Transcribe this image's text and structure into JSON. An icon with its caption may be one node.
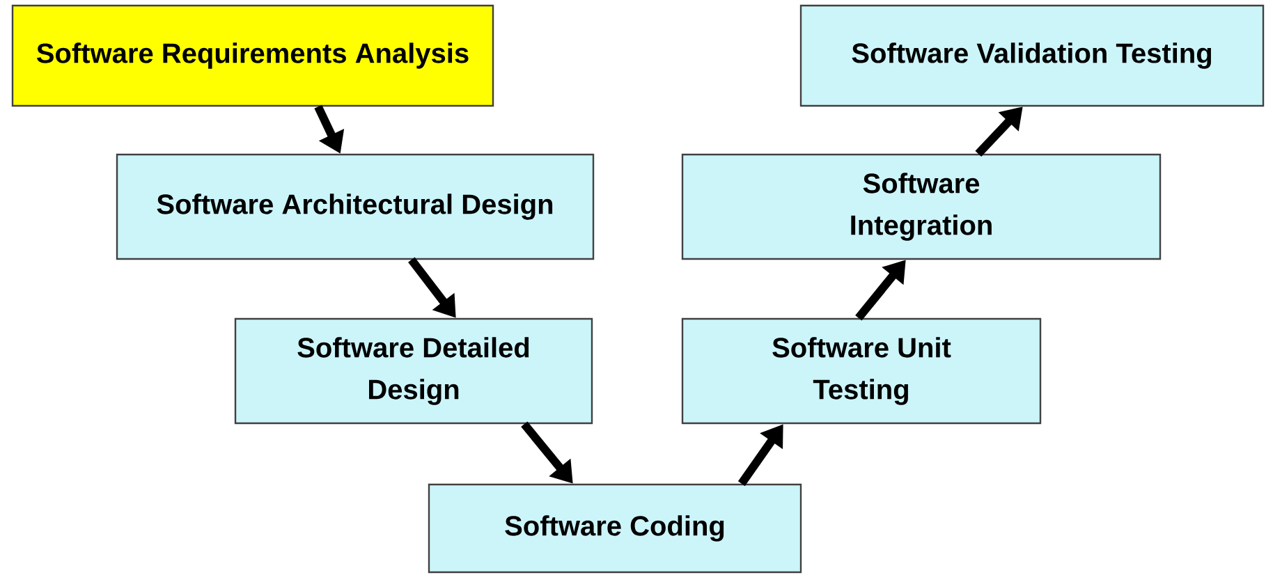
{
  "diagram": {
    "nodes": [
      {
        "text": [
          "Software Requirements Analysis"
        ]
      },
      {
        "text": [
          "Software Architectural Design"
        ]
      },
      {
        "text": [
          "Software Detailed Design"
        ]
      },
      {
        "text": [
          "Software Coding"
        ]
      },
      {
        "text": [
          "Software Unit Testing"
        ]
      },
      {
        "text": [
          "Software Integration"
        ]
      },
      {
        "text": [
          "Software Validation Testing"
        ]
      }
    ],
    "edges": [
      {
        "from": 0,
        "to": 1,
        "arrow": "to"
      },
      {
        "from": 1,
        "to": 2,
        "arrow": "to"
      },
      {
        "from": 2,
        "to": 3,
        "arrow": "to"
      },
      {
        "from": 3,
        "to": 4,
        "arrow": "to"
      },
      {
        "from": 4,
        "to": 5,
        "arrow": "to"
      },
      {
        "from": 5,
        "to": 6,
        "arrow": "to"
      }
    ]
  }
}
